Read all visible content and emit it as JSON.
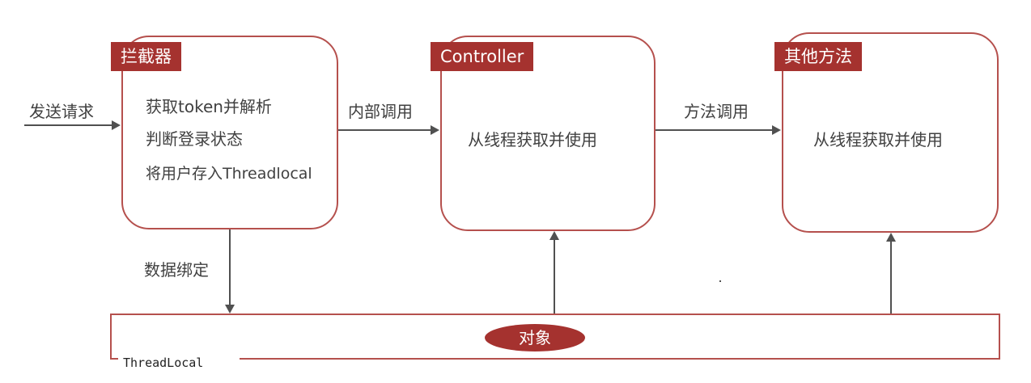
{
  "interceptor": {
    "tag": "拦截器",
    "lines": [
      "获取token并解析",
      "判断登录状态",
      "将用户存入Threadlocal"
    ]
  },
  "controller": {
    "tag": "Controller",
    "text": "从线程获取并使用"
  },
  "other_method": {
    "tag": "其他方法",
    "text": "从线程获取并使用"
  },
  "arrows": {
    "send_request": "发送请求",
    "internal_call": "内部调用",
    "method_call": "方法调用",
    "data_binding": "数据绑定"
  },
  "threadlocal": {
    "label": "ThreadLocal",
    "object": "对象"
  },
  "colors": {
    "box_border": "#b5504d",
    "tag_fill": "#a5322f",
    "arrow": "#505050"
  }
}
